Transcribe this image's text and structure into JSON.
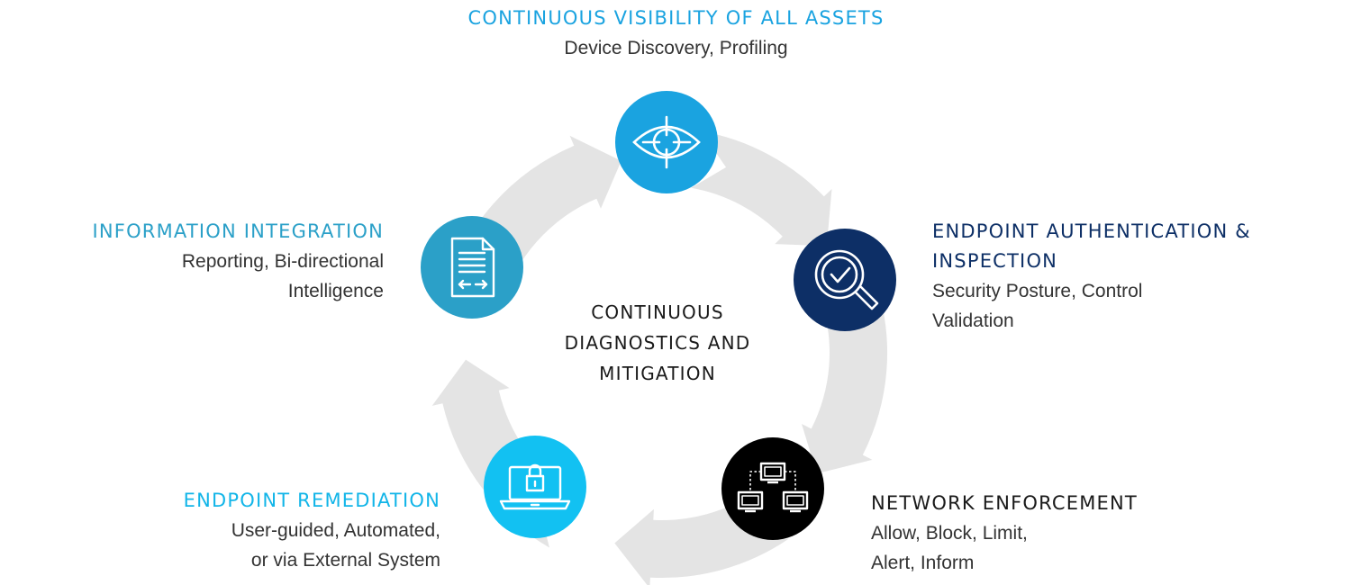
{
  "colors": {
    "ring": "#e4e4e4",
    "visibility": "#1aa3e0",
    "authentication": "#0d2f66",
    "network": "#000000",
    "remediation": "#12c1f2",
    "integration": "#2ba0c8",
    "icon_line": "#ffffff"
  },
  "center": {
    "line1": "CONTINUOUS",
    "line2": "DIAGNOSTICS AND",
    "line3": "MITIGATION"
  },
  "stages": {
    "visibility": {
      "title": "CONTINUOUS VISIBILITY OF ALL ASSETS",
      "subtitle": "Device Discovery, Profiling",
      "icon": "eye-target-icon"
    },
    "authentication": {
      "title_line1": "ENDPOINT AUTHENTICATION &",
      "title_line2": "INSPECTION",
      "subtitle_line1": "Security Posture, Control",
      "subtitle_line2": "Validation",
      "icon": "magnifier-check-icon"
    },
    "network": {
      "title": "NETWORK ENFORCEMENT",
      "subtitle_line1": "Allow, Block, Limit,",
      "subtitle_line2": "Alert, Inform",
      "icon": "network-computers-icon"
    },
    "remediation": {
      "title": "ENDPOINT REMEDIATION",
      "subtitle_line1": "User-guided, Automated,",
      "subtitle_line2": "or via External System",
      "icon": "laptop-lock-icon"
    },
    "integration": {
      "title": "INFORMATION INTEGRATION",
      "subtitle_line1": "Reporting, Bi-directional",
      "subtitle_line2": "Intelligence",
      "icon": "document-exchange-icon"
    }
  }
}
